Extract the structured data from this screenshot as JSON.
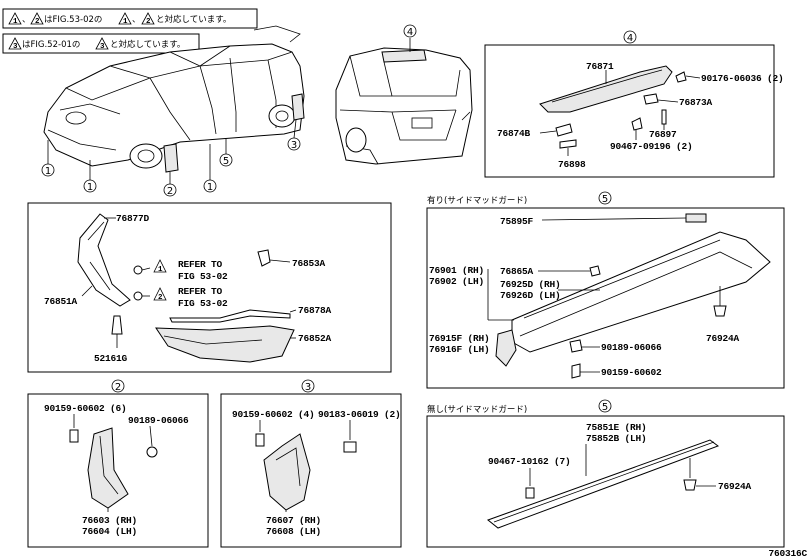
{
  "notes": {
    "note1": {
      "c1": "1",
      "c2": "2",
      "t1": "、",
      "t2": "はFIG.53-02の",
      "t3": "、",
      "t4": "と対応しています。"
    },
    "note2": {
      "c1": "3",
      "t1": "はFIG.52-01の",
      "t2": "と対応しています。"
    }
  },
  "callouts": {
    "one": "1",
    "two": "2",
    "three": "3",
    "four": "4",
    "five": "5"
  },
  "box4": {
    "p76871": "76871",
    "p90176": "90176-06036 (2)",
    "p76873A": "76873A",
    "p76874B": "76874B",
    "p76897": "76897",
    "p90467a": "90467-09196 (2)",
    "p76898": "76898"
  },
  "box1": {
    "p76877D": "76877D",
    "p76851A": "76851A",
    "p52161G": "52161G",
    "p76853A": "76853A",
    "p76878A": "76878A",
    "p76852A": "76852A",
    "ref1": "REFER TO",
    "ref1b": "FIG 53-02",
    "ref2": "REFER TO",
    "ref2b": "FIG 53-02"
  },
  "box5a": {
    "title": "有り(サイドマッドガード)",
    "p75895F": "75895F",
    "p76901": "76901 (RH)",
    "p76902": "76902 (LH)",
    "p76865A": "76865A",
    "p76925D": "76925D (RH)",
    "p76926D": "76926D (LH)",
    "p76915F": "76915F (RH)",
    "p76916F": "76916F (LH)",
    "p90189b": "90189-06066",
    "p90159b": "90159-60602",
    "p76924A": "76924A"
  },
  "box2": {
    "p90159": "90159-60602 (6)",
    "p90189": "90189-06066",
    "p76603": "76603 (RH)",
    "p76604": "76604 (LH)"
  },
  "box3": {
    "p90159": "90159-60602 (4)",
    "p90183": "90183-06019 (2)",
    "p76607": "76607 (RH)",
    "p76608": "76608 (LH)"
  },
  "box5b": {
    "title": "無し(サイドマッドガード)",
    "p75851E": "75851E (RH)",
    "p75852B": "75852B (LH)",
    "p90467": "90467-10162 (7)",
    "p76924A": "76924A"
  },
  "figure_id": "760316C"
}
